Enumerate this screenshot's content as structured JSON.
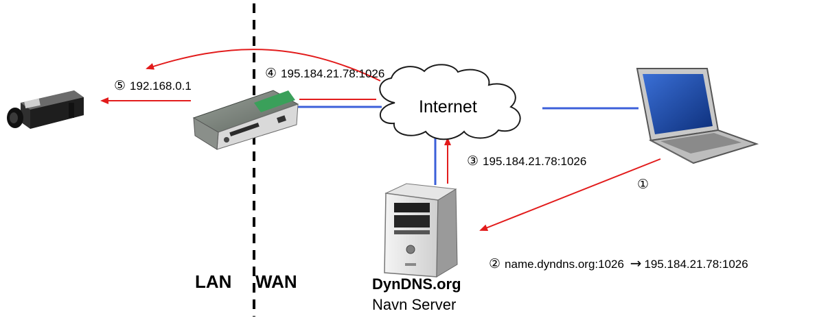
{
  "cloud": {
    "label": "Internet"
  },
  "zones": {
    "lan": "LAN",
    "wan": "WAN"
  },
  "server": {
    "name": "DynDNS.org",
    "role": "Navn Server"
  },
  "steps": [
    {
      "num": "①",
      "text": ""
    },
    {
      "num": "②",
      "text": "name.dyndns.org:1026",
      "arrow": "→",
      "result": "195.184.21.78:1026"
    },
    {
      "num": "③",
      "text": "195.184.21.78:1026"
    },
    {
      "num": "④",
      "text": "195.184.21.78:1026"
    },
    {
      "num": "⑤",
      "text": "192.168.0.1"
    }
  ],
  "colors": {
    "request": "#e21b1b",
    "link": "#3b5fd9",
    "divider": "#000000"
  },
  "icons": [
    "camera-icon",
    "router-icon",
    "cloud-icon",
    "laptop-icon",
    "server-icon"
  ]
}
